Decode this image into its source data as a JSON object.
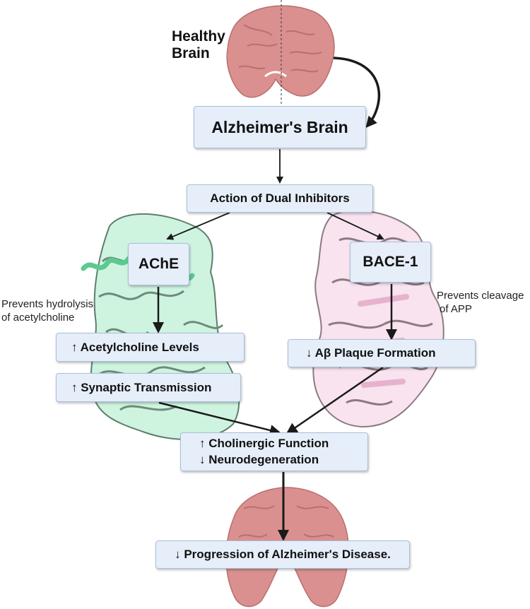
{
  "healthy_brain": {
    "line1": "Healthy",
    "line2": "Brain"
  },
  "alzheimers_brain": "Alzheimer's Brain",
  "dual_inhibitors": "Action of Dual Inhibitors",
  "ache": {
    "label": "AChE",
    "note_line1": "Prevents hydrolysis",
    "note_line2": "of acetylcholine",
    "effect1": "↑ Acetylcholine Levels",
    "effect2": "↑ Synaptic Transmission"
  },
  "bace1": {
    "label": "BACE-1",
    "note_line1": "Prevents cleavage",
    "note_line2": "of APP",
    "effect1": "↓ Aβ Plaque Formation"
  },
  "combined": {
    "line1": "↑ Cholinergic Function",
    "line2": "↓ Neurodegeneration"
  },
  "outcome": "↓ Progression of Alzheimer's Disease.",
  "icons": [
    "healthy-brain-icon",
    "ache-protein-structure-icon",
    "bace1-protein-structure-icon",
    "brain-bottom-icon"
  ],
  "colors": {
    "box_fill": "#e6eef9",
    "box_border": "#a9bfdc",
    "brain": "#d9908f",
    "ache_protein": "#8ee6b8",
    "bace_protein": "#f2c7de",
    "arrow": "#1a1a1a"
  }
}
